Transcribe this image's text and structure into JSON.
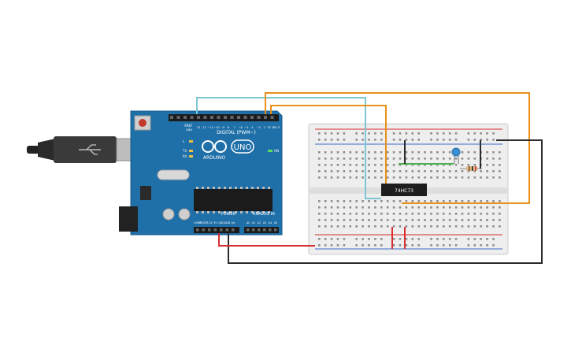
{
  "arduino": {
    "logo_text": "UNO",
    "brand": "ARDUINO",
    "digital_label": "DIGITAL (PWM~)",
    "power_label": "POWER",
    "analog_label": "ANALOG IN",
    "on_label": "ON",
    "tx_label": "TX",
    "rx_label": "RX",
    "l_label": "L",
    "aref": "AREF",
    "gnd": "GND",
    "digital_pins": [
      "13",
      "12",
      "~11",
      "~10",
      "~9",
      "8",
      "7",
      "~6",
      "~5",
      "4",
      "~3",
      "2",
      "TX 1",
      "RX 0"
    ],
    "power_pins": [
      "IOREF",
      "RESET",
      "3.3V",
      "5V",
      "GND",
      "GND",
      "Vin"
    ],
    "analog_pins": [
      "A0",
      "A1",
      "A2",
      "A3",
      "A4",
      "A5"
    ]
  },
  "ic": {
    "label": "74HC73"
  },
  "colors": {
    "board": "#1f6fa8",
    "board_dark": "#185d8e",
    "wire_orange": "#e8901a",
    "wire_cyan": "#7fc6d4",
    "wire_red": "#d62f2f",
    "wire_black": "#2b2b2b",
    "wire_green": "#4caf50",
    "led": "#3b8fd6",
    "breadboard": "#f0f0f0",
    "rail_red": "#d62f2f",
    "rail_blue": "#3a6bc9"
  }
}
